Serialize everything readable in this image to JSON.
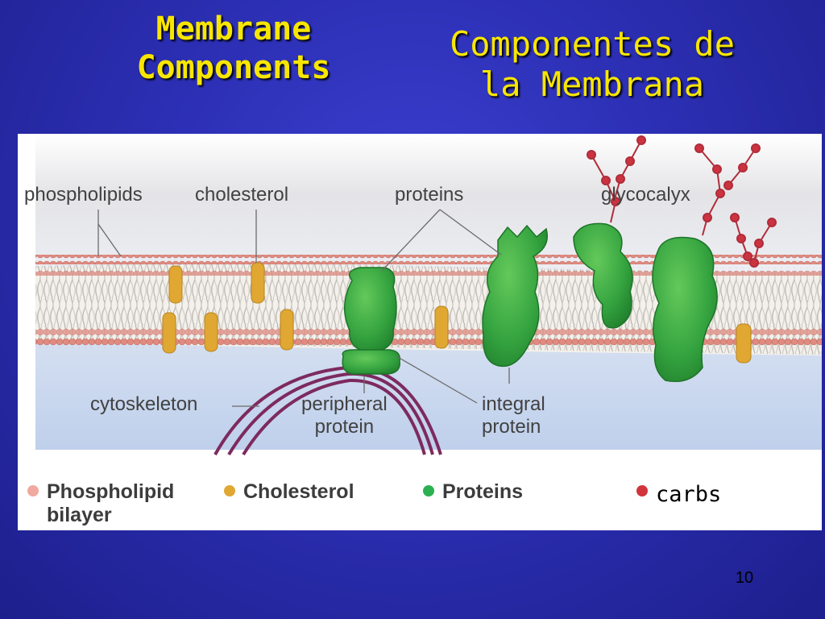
{
  "title_en": {
    "line1": "Membrane",
    "line2": "Components"
  },
  "title_es": {
    "line1": "Componentes de",
    "line2": "la Membrana"
  },
  "diagram": {
    "labels": {
      "phospholipids": "phospholipids",
      "cholesterol": "cholesterol",
      "proteins": "proteins",
      "glycocalyx": "glycocalyx",
      "cytoskeleton": "cytoskeleton",
      "peripheral_line1": "peripheral",
      "peripheral_line2": "protein",
      "integral_line1": "integral",
      "integral_line2": "protein"
    },
    "legend": [
      {
        "lines": [
          "Phospholipid",
          "bilayer"
        ],
        "color": "#f0a9a0"
      },
      {
        "lines": [
          "Cholesterol"
        ],
        "color": "#e0a832"
      },
      {
        "lines": [
          "Proteins"
        ],
        "color": "#2bb152"
      },
      {
        "lines": [
          "carbs"
        ],
        "color": "#d2343c"
      }
    ],
    "colors": {
      "phospholipid_head": "#e59186",
      "cholesterol": "#e0a832",
      "protein": "#3aa84a",
      "carbohydrate": "#c8323f",
      "cytoskeleton": "#7d2a5e"
    }
  },
  "slide_number": "10"
}
